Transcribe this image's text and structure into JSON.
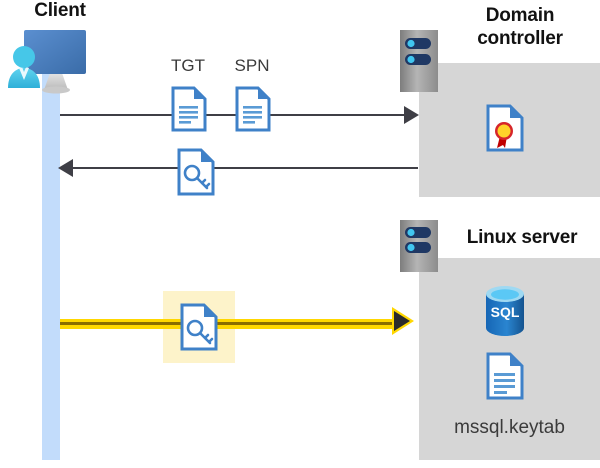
{
  "diagram": {
    "title": "Kerberos authentication flow between client, domain controller and Linux server",
    "type": "sequence-diagram"
  },
  "nodes": {
    "client": {
      "label": "Client",
      "icon": "user-with-monitor-icon"
    },
    "domain_controller": {
      "label": "Domain\ncontroller",
      "label_line1": "Domain",
      "label_line2": "controller",
      "icon": "server-rack-icon",
      "contents": [
        {
          "name": "certificate-icon",
          "label": ""
        }
      ]
    },
    "linux_server": {
      "label": "Linux server",
      "icon": "server-rack-icon",
      "contents": [
        {
          "name": "sql-database-icon",
          "label": "SQL"
        },
        {
          "name": "keytab-document-icon",
          "label": "mssql.keytab"
        }
      ]
    }
  },
  "messages": [
    {
      "id": "request",
      "direction": "client-to-domain-controller",
      "style": "plain",
      "artifacts": [
        {
          "label": "TGT",
          "icon": "document-icon"
        },
        {
          "label": "SPN",
          "icon": "document-icon"
        }
      ]
    },
    {
      "id": "response",
      "direction": "domain-controller-to-client",
      "style": "plain",
      "artifacts": [
        {
          "label": "",
          "icon": "key-document-icon"
        }
      ]
    },
    {
      "id": "service-ticket",
      "direction": "client-to-linux-server",
      "style": "highlighted",
      "artifacts": [
        {
          "label": "",
          "icon": "key-document-icon"
        }
      ]
    }
  ],
  "labels": {
    "tgt": "TGT",
    "spn": "SPN",
    "client": "Client",
    "dc_line1": "Domain",
    "dc_line2": "controller",
    "linux": "Linux server",
    "keytab_file": "mssql.keytab",
    "sql_text": "SQL"
  },
  "colors": {
    "background": "#ffffff",
    "server_box": "#d6d6d6",
    "lifeline": "#c2dcfb",
    "arrow": "#3f3f46",
    "highlight_band": "#fdf3ca",
    "highlight_arrow": "#ffd700",
    "highlight_arrow_core": "#8a6d00",
    "doc_border": "#3f81c8",
    "doc_fold": "#3f81c8",
    "doc_lines": "#5a9bd5",
    "server_body": "#a6a6a6",
    "server_bar": "#1f3864",
    "server_dot": "#41c6f0",
    "sql_blue": "#1a6cb5",
    "sql_top": "#5bc8f5",
    "cert_gold": "#ffd32a",
    "cert_red": "#c00000",
    "person_head": "#3fc3e8",
    "person_body": "#41bde0",
    "monitor": "#4a7ebb",
    "title_text": "#121212",
    "caption_text": "#3b3b3b"
  }
}
